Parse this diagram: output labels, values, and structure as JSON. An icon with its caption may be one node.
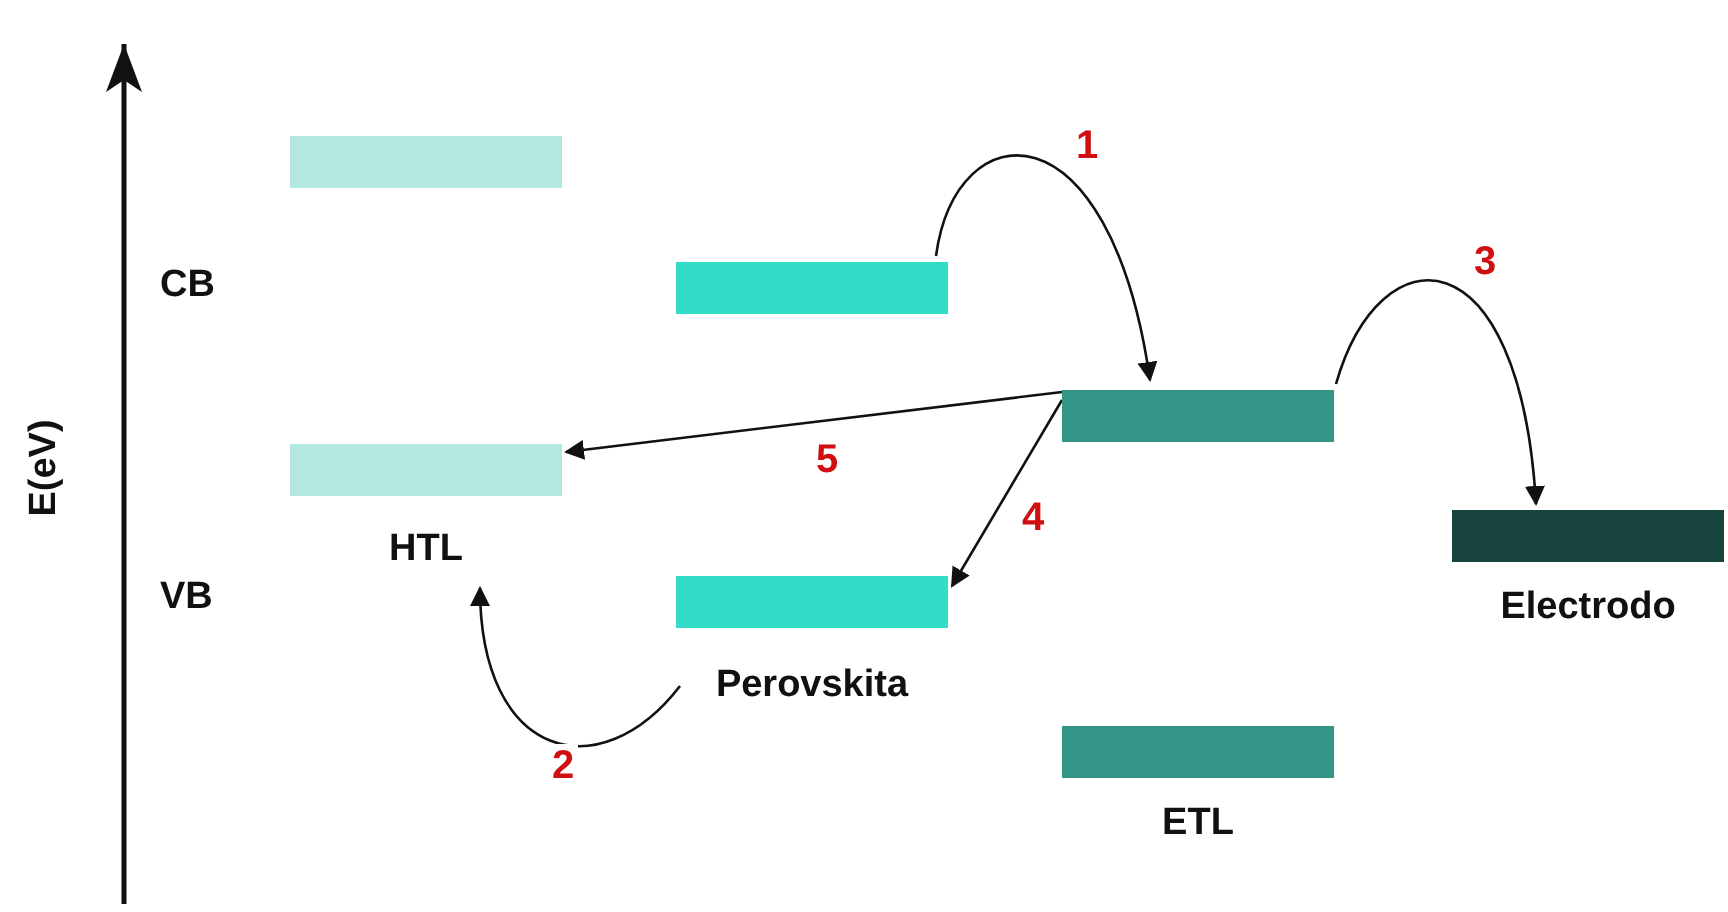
{
  "diagram": {
    "nodes": [
      {
        "text": [],
        "shape": "bar"
      },
      {
        "text": [],
        "shape": "bar"
      },
      {
        "text": [],
        "shape": "bar"
      },
      {
        "text": [
          "HTL"
        ]
      },
      {
        "text": [
          "Perovskita"
        ]
      },
      {
        "text": [
          "Electrodo"
        ]
      },
      {
        "text": [
          "ETL"
        ]
      }
    ],
    "edges": [
      {
        "from": 1,
        "to": 2,
        "arrow": "to",
        "label": "1"
      },
      {
        "from": 2,
        "to": 5,
        "arrow": "to",
        "label": "3"
      },
      {
        "from": 2,
        "to": 3,
        "arrow": "to",
        "label": "5"
      },
      {
        "from": 2,
        "to": 4,
        "arrow": "to",
        "label": "4"
      },
      {
        "from": 4,
        "to": 3,
        "arrow": "to",
        "label": "2"
      }
    ],
    "labels": [
      "CB",
      "E(eV)",
      "VB"
    ]
  }
}
